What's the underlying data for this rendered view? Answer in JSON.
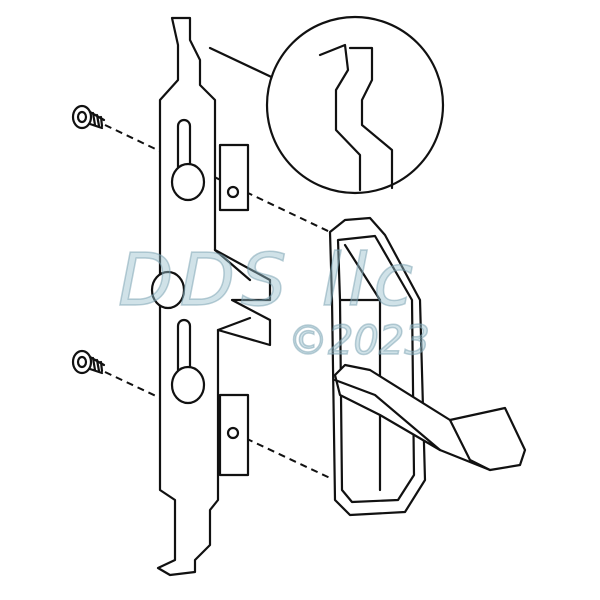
{
  "watermark": {
    "brand": "DDS llc",
    "copyright": "©2023"
  },
  "diagram": {
    "parts": [
      "screw-top",
      "screw-bottom",
      "mounting-bracket",
      "detail-magnifier",
      "latch-handle",
      "lever"
    ]
  }
}
